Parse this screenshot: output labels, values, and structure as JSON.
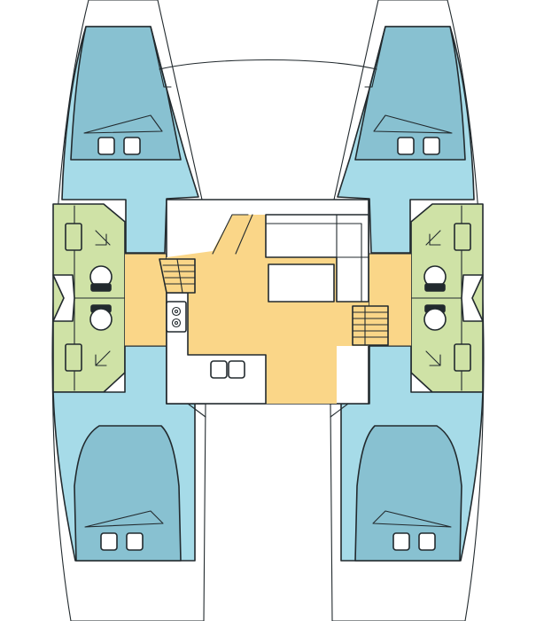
{
  "diagram": {
    "type": "catamaran-layout-plan",
    "view": "top-down",
    "hulls": [
      "port",
      "starboard"
    ],
    "colors": {
      "hull_cabin": "#a6dbe8",
      "bed": "#88c1d1",
      "head": "#cfe2a6",
      "saloon": "#fad688",
      "galley_counter": "#ffffff",
      "outline": "#222a2e"
    },
    "cabins_per_hull": 2,
    "heads_per_hull": 1,
    "saloon_features": [
      "galley",
      "stove",
      "double-sink",
      "dinette",
      "chart-table",
      "companionway-steps"
    ],
    "text_labels": []
  }
}
